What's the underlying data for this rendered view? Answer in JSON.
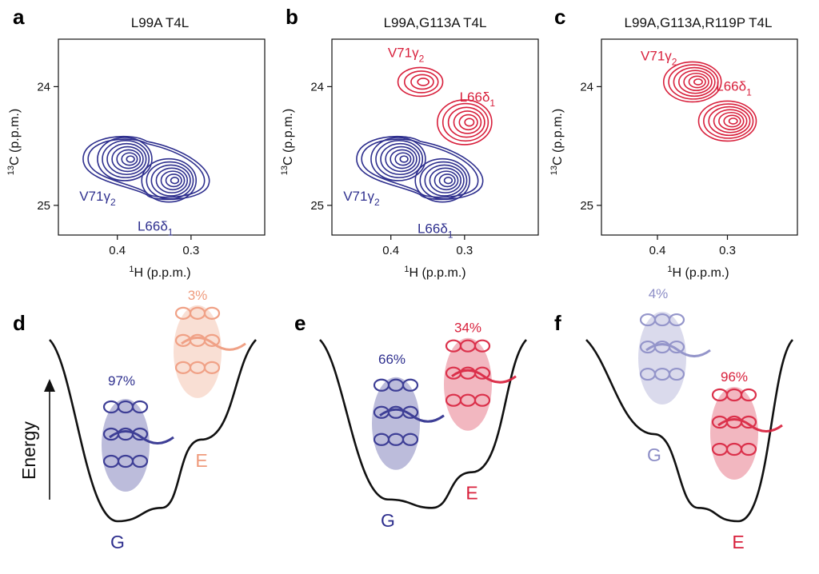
{
  "colors": {
    "ground": "#2e2f8e",
    "excited": "#d8203c",
    "ground_faded": "#8c8dc6",
    "excited_faded": "#ef9a7c",
    "axis": "#111111"
  },
  "panel_letters": {
    "a": "a",
    "b": "b",
    "c": "c",
    "d": "d",
    "e": "e",
    "f": "f"
  },
  "energy_label": "Energy",
  "chart_data": [
    {
      "panel": "a",
      "type": "contour",
      "title": "L99A T4L",
      "xlabel_sup": "1",
      "xlabel_main": "H  (p.p.m.)",
      "ylabel_sup": "13",
      "ylabel_main": "C  (p.p.m.)",
      "xlim": [
        0.48,
        0.2
      ],
      "ylim": [
        25.25,
        23.6
      ],
      "x_inverted": true,
      "y_inverted": true,
      "xticks": [
        "0.4",
        "0.3"
      ],
      "yticks": [
        "24",
        "25"
      ],
      "peaks": [
        {
          "name": "V71γ2",
          "label_main": "V71γ",
          "label_sub": "2",
          "state": "ground",
          "x": 0.39,
          "y": 24.61
        },
        {
          "name": "L66δ1",
          "label_main": "L66δ",
          "label_sub": "1",
          "state": "ground",
          "x": 0.33,
          "y": 24.79
        }
      ]
    },
    {
      "panel": "b",
      "type": "contour",
      "title": "L99A,G113A T4L",
      "xlabel_sup": "1",
      "xlabel_main": "H  (p.p.m.)",
      "ylabel_sup": "13",
      "ylabel_main": "C  (p.p.m.)",
      "xlim": [
        0.48,
        0.2
      ],
      "ylim": [
        25.25,
        23.6
      ],
      "x_inverted": true,
      "y_inverted": true,
      "xticks": [
        "0.4",
        "0.3"
      ],
      "yticks": [
        "24",
        "25"
      ],
      "peaks": [
        {
          "name": "V71γ2",
          "label_main": "V71γ",
          "label_sub": "2",
          "state": "excited",
          "x": 0.36,
          "y": 23.96
        },
        {
          "name": "L66δ1",
          "label_main": "L66δ",
          "label_sub": "1",
          "state": "excited",
          "x": 0.3,
          "y": 24.3
        },
        {
          "name": "V71γ2",
          "label_main": "V71γ",
          "label_sub": "2",
          "state": "ground",
          "x": 0.39,
          "y": 24.61
        },
        {
          "name": "L66δ1",
          "label_main": "L66δ",
          "label_sub": "1",
          "state": "ground",
          "x": 0.33,
          "y": 24.79
        }
      ]
    },
    {
      "panel": "c",
      "type": "contour",
      "title": "L99A,G113A,R119P T4L",
      "xlabel_sup": "1",
      "xlabel_main": "H  (p.p.m.)",
      "ylabel_sup": "13",
      "ylabel_main": "C  (p.p.m.)",
      "xlim": [
        0.48,
        0.2
      ],
      "ylim": [
        25.25,
        23.6
      ],
      "x_inverted": true,
      "y_inverted": true,
      "xticks": [
        "0.4",
        "0.3"
      ],
      "yticks": [
        "24",
        "25"
      ],
      "peaks": [
        {
          "name": "V71γ2",
          "label_main": "V71γ",
          "label_sub": "2",
          "state": "excited",
          "x": 0.35,
          "y": 23.96
        },
        {
          "name": "L66δ1",
          "label_main": "L66δ",
          "label_sub": "1",
          "state": "excited",
          "x": 0.3,
          "y": 24.29
        }
      ]
    },
    {
      "panel": "d",
      "type": "energy_landscape",
      "states": [
        {
          "label": "G",
          "population_label": "97%",
          "population": 97,
          "color": "ground"
        },
        {
          "label": "E",
          "population_label": "3%",
          "population": 3,
          "color": "excited_faded"
        }
      ]
    },
    {
      "panel": "e",
      "type": "energy_landscape",
      "states": [
        {
          "label": "G",
          "population_label": "66%",
          "population": 66,
          "color": "ground"
        },
        {
          "label": "E",
          "population_label": "34%",
          "population": 34,
          "color": "excited"
        }
      ]
    },
    {
      "panel": "f",
      "type": "energy_landscape",
      "states": [
        {
          "label": "G",
          "population_label": "4%",
          "population": 4,
          "color": "ground_faded"
        },
        {
          "label": "E",
          "population_label": "96%",
          "population": 96,
          "color": "excited"
        }
      ]
    }
  ]
}
